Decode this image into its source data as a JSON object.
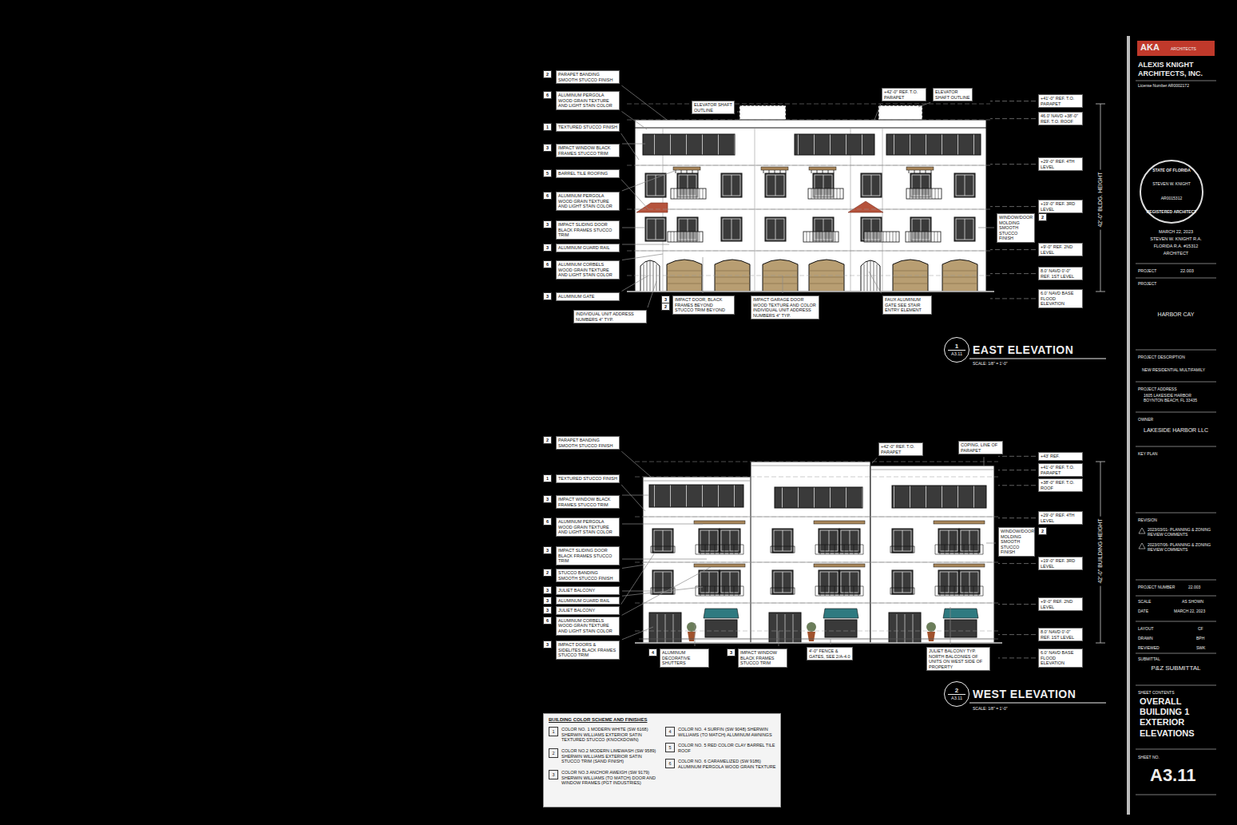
{
  "diagram": {
    "nodes": [
      {
        "text": [
          "1",
          "A3.11"
        ]
      },
      {
        "text": [
          "2",
          "A3.11"
        ]
      },
      {
        "text": [
          "BUILDING COLOR SCHEME AND FINISHES"
        ]
      },
      {
        "text": [
          "1",
          "COLOR NO. 1 MODERN WHITE (SW 6168) SHERWIN WILLIAMS EXTERIOR SATIN TEXTURED STUCCO (KNOCKDOWN)"
        ],
        "in": 2
      },
      {
        "text": [
          "2",
          "COLOR NO.2 MODERN LIMEWASH (SW 9589) SHERWIN WILLIAMS EXTERIOR SATIN STUCCO TRIM (SAND FINISH)"
        ],
        "in": 2
      },
      {
        "text": [
          "3",
          "COLOR NO.3 ANCHOR AWEIGH (SW 9179) SHERWIN WILLIAMS (TO MATCH) DOOR AND WINDOW FRAMES (PGT INDUSTRIES)"
        ],
        "in": 2
      },
      {
        "text": [
          "4",
          "COLOR NO. 4 SURFIN (SW 9048) SHERWIN WILLIAMS (TO MATCH) ALUMINUM AWNINGS"
        ],
        "in": 2
      },
      {
        "text": [
          "5",
          "COLOR NO. 5 RED COLOR CLAY BARREL TILE ROOF"
        ],
        "in": 2
      },
      {
        "text": [
          "6",
          "COLOR NO. 6 CARAMELIZED (SW 9186) ALUMINUM PERGOLA WOOD GRAIN TEXTURE"
        ],
        "in": 2
      },
      {
        "text": [
          "STATE OF FLORIDA",
          "STEVEN W. KNIGHT",
          "AR0015312",
          "REGISTERED ARCHITECT"
        ]
      }
    ],
    "labels": [
      "2",
      "PARAPET BANDING SMOOTH STUCCO FINISH",
      "6",
      "ALUMINUM PERGOLA WOOD GRAIN TEXTURE AND LIGHT STAIN COLOR",
      "1",
      "TEXTURED STUCCO FINISH",
      "3",
      "IMPACT WINDOW BLACK FRAMES STUCCO TRIM",
      "5",
      "BARREL TILE ROOFING",
      "6",
      "ALUMINUM PERGOLA WOOD GRAIN TEXTURE AND LIGHT STAIN COLOR",
      "3",
      "IMPACT SLIDING DOOR BLACK FRAMES STUCCO TRIM",
      "3",
      "ALUMINUM GUARD RAIL",
      "6",
      "ALUMINUM CORBELS WOOD GRAIN TEXTURE AND LIGHT STAIN COLOR",
      "3",
      "ALUMINUM GATE",
      "INDIVIDUAL UNIT ADDRESS NUMBERS 4\" TYP.",
      "3",
      "2",
      "IMPACT DOOR, BLACK FRAMES BEYOND STUCCO TRIM BEYOND",
      "IMPACT GARAGE DOOR WOOD TEXTURE AND COLOR INDIVIDUAL UNIT ADDRESS NUMBERS 4\" TYP.",
      "FAUX ALUMINUM GATE SEE STAIR ENTRY ELEMENT",
      "ELEVATOR SHAFT OUTLINE",
      "+42'-0\" REF. T.O. PARAPET",
      "ELEVATOR SHAFT OUTLINE",
      "+41'-0\" REF. T.O. PARAPET",
      "46.0' NAVD +38'-0\" REF. T.O. ROOF",
      "+29'-0\" REF. 4TH LEVEL",
      "+19'-0\" REF. 3RD LEVEL",
      "WINDOW/DOOR MOLDING SMOOTH STUCCO FINISH",
      "2",
      "+9'-0\" REF. 2ND LEVEL",
      "8.0' NAVD 0'-0\" REF. 1ST LEVEL",
      "6.0' NAVD BASE FLOOD ELEVATION",
      "42'-0\" BLDG. HEIGHT",
      "EAST ELEVATION",
      "SCALE: 1/8\" = 1'-0\"",
      "2",
      "PARAPET BANDING SMOOTH STUCCO FINISH",
      "1",
      "TEXTURED STUCCO FINISH",
      "3",
      "IMPACT WINDOW BLACK FRAMES STUCCO TRIM",
      "6",
      "ALUMINUM PERGOLA WOOD GRAIN TEXTURE AND LIGHT STAIN COLOR",
      "3",
      "IMPACT SLIDING DOOR BLACK FRAMES STUCCO TRIM",
      "2",
      "STUCCO BANDING SMOOTH STUCCO FINISH",
      "3",
      "JULIET BALCONY",
      "3",
      "ALUMINUM GUARD RAIL",
      "3",
      "JULIET BALCONY",
      "6",
      "ALUMINUM CORBELS WOOD GRAIN TEXTURE AND LIGHT STAIN COLOR",
      "3",
      "IMPACT DOORS & SIDELITES BLACK FRAMES STUCCO TRIM",
      "4",
      "ALUMINUM DECORATIVE SHUTTERS",
      "3",
      "IMPACT WINDOW BLACK FRAMES STUCCO TRIM",
      "4'-0\" FENCE & GATES, SEE 2/A-4.0",
      "JULIET BALCONY TYP. NORTH BALCONIES OF UNITS ON WEST SIDE OF PROPERTY",
      "+42'-0\" REF. T.O. PARAPET",
      "COPING, LINE OF PARAPET",
      "+43' REF.",
      "+41'-0\" REF. T.O. PARAPET",
      "+38'-0\" REF. T.O. ROOF",
      "+29'-0\" REF. 4TH LEVEL",
      "WINDOW/DOOR MOLDING SMOOTH STUCCO FINISH",
      "2",
      "+19'-0\" REF. 3RD LEVEL",
      "+9'-0\" REF. 2ND LEVEL",
      "8.0' NAVD 0'-0\" REF. 1ST LEVEL",
      "6.0' NAVD BASE FLOOD ELEVATION",
      "42'-0\" BUILDING HEIGHT",
      "WEST ELEVATION",
      "SCALE: 1/8\" = 1'-0\"",
      "AKA",
      "ARCHITECTS",
      "ALEXIS KNIGHT ARCHITECTS, INC.",
      "License Number AR0002172",
      "MARCH 22, 2023",
      "STEVEN W. KNIGHT R.A.",
      "FLORIDA R.A. #15312",
      "ARCHITECT",
      "PROJECT",
      "22.003",
      "PROJECT",
      "HARBOR CAY",
      "PROJECT DESCRIPTION",
      "NEW RESIDENTIAL MULTIFAMILY",
      "PROJECT ADDRESS",
      "1605 LAKESIDE HARBOR BOYNTON BEACH, FL 33435",
      "OWNER",
      "LAKESIDE HARBOR LLC",
      "KEY PLAN",
      "REVISION",
      "2023/03/01- PLANNING & ZONING REVIEW COMMENTS",
      "2023/07/06- PLANNING & ZONING REVIEW COMMENTS",
      "PROJECT NUMBER",
      "22.003",
      "SCALE",
      "AS SHOWN",
      "DATE",
      "MARCH 22, 2023",
      "LAYOUT",
      "CF",
      "DRAWN",
      "BPH",
      "REVIEWED",
      "SWK",
      "SUBMITTAL",
      "P&Z SUBMITTAL",
      "SHEET CONTENTS",
      "OVERALL BUILDING 1 EXTERIOR ELEVATIONS",
      "SHEET NO.",
      "A3.11"
    ]
  }
}
